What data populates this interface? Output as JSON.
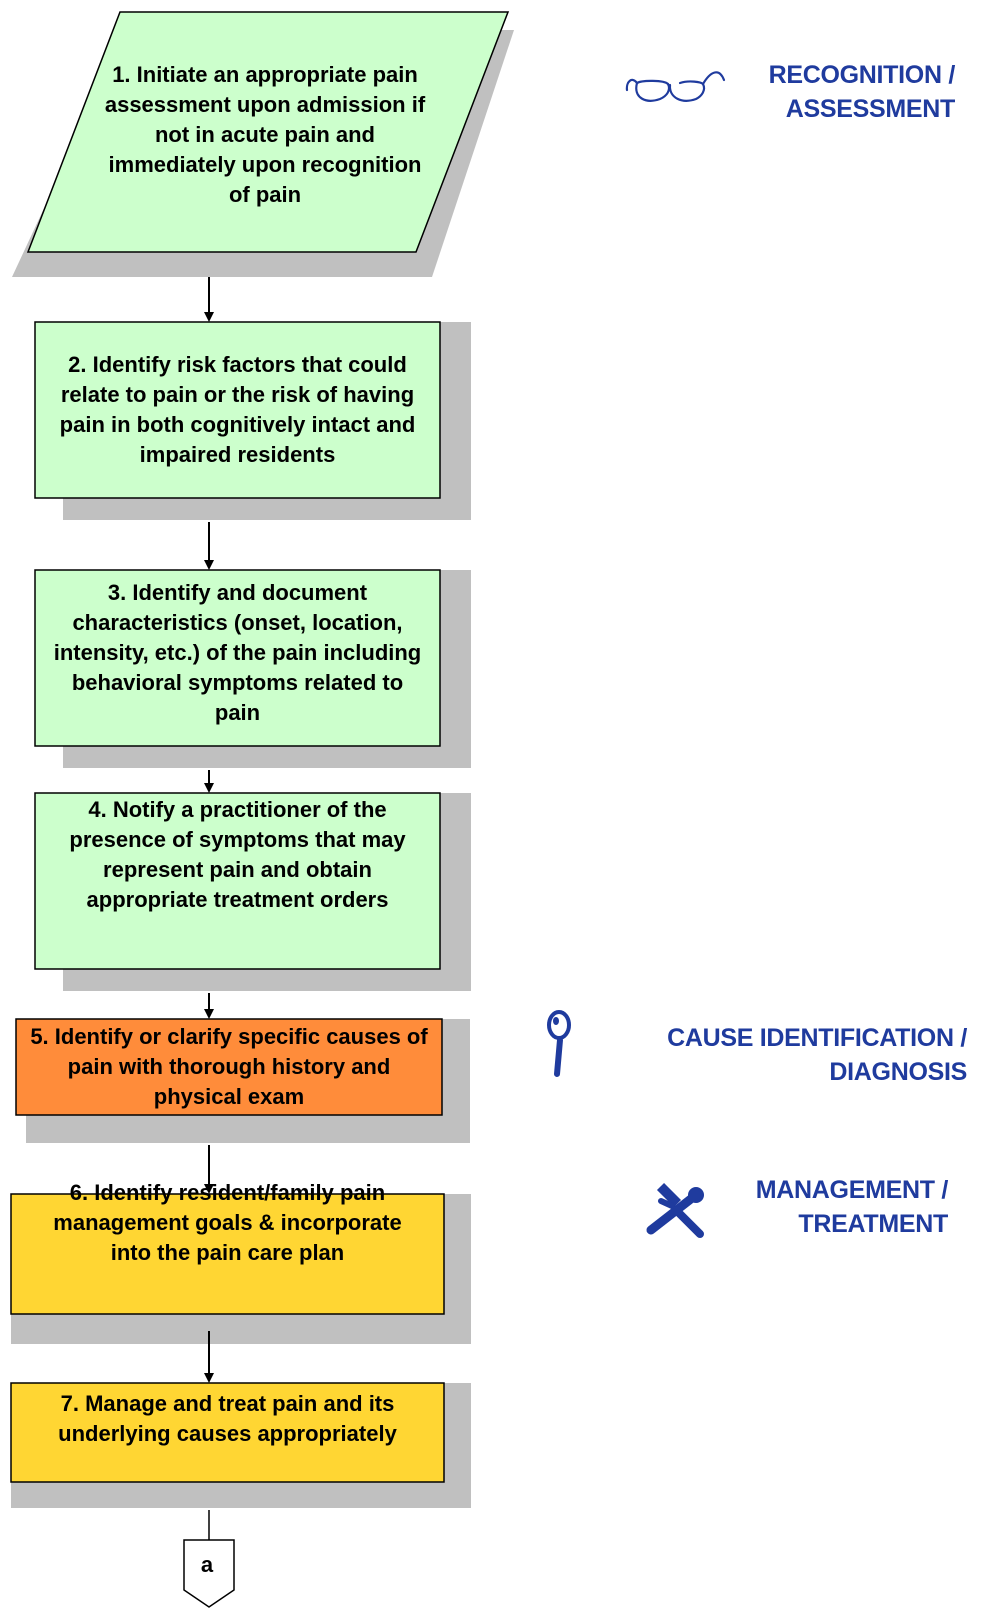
{
  "steps": [
    {
      "number": "1",
      "text": "1. Initiate an appropriate pain assessment upon admission if not in acute pain and immediately upon recognition of pain",
      "fill": "#ccffcc",
      "shape": "parallelogram"
    },
    {
      "number": "2",
      "text": "2. Identify risk factors that could relate to pain or the risk of having pain in both cognitively intact and impaired residents",
      "fill": "#ccffcc",
      "shape": "rectangle"
    },
    {
      "number": "3",
      "text": "3. Identify and document characteristics (onset, location, intensity, etc.) of the pain including behavioral symptoms related to pain",
      "fill": "#ccffcc",
      "shape": "rectangle"
    },
    {
      "number": "4",
      "text": "4. Notify a practitioner of the presence of symptoms that may represent pain and obtain appropriate treatment orders",
      "fill": "#ccffcc",
      "shape": "rectangle"
    },
    {
      "number": "5",
      "text": "5. Identify or clarify specific causes of pain with thorough history and physical exam",
      "fill": "#ff8c3a",
      "shape": "rectangle"
    },
    {
      "number": "6",
      "text": "6. Identify resident/family pain management goals & incorporate into the pain care plan",
      "fill": "#ffd633",
      "shape": "rectangle"
    },
    {
      "number": "7",
      "text": "7. Manage and treat pain and its underlying causes appropriately",
      "fill": "#ffd633",
      "shape": "rectangle"
    }
  ],
  "phases": [
    {
      "label_line1": "RECOGNITION /",
      "label_line2": "ASSESSMENT",
      "icon": "glasses-icon"
    },
    {
      "label_line1": "CAUSE IDENTIFICATION /",
      "label_line2": "DIAGNOSIS",
      "icon": "magnifier-icon"
    },
    {
      "label_line1": "MANAGEMENT /",
      "label_line2": "TREATMENT",
      "icon": "tools-icon"
    }
  ],
  "connector": {
    "label": "a",
    "meaning": "off-page connector"
  },
  "colors": {
    "phase_text": "#1f3b9e",
    "shadow": "#c0c0c0",
    "border": "#000000"
  }
}
